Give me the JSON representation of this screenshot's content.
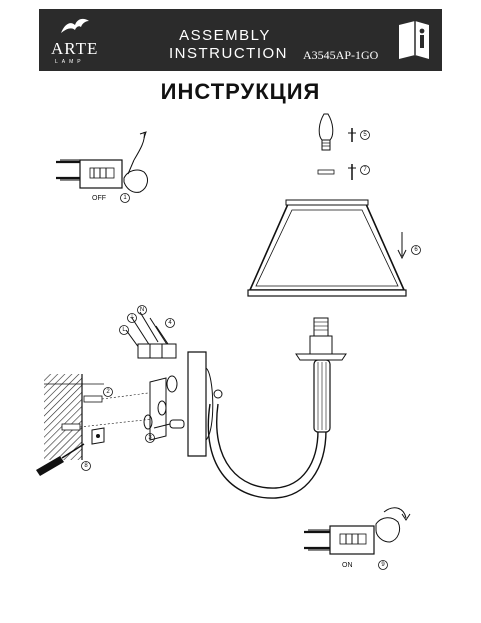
{
  "header": {
    "brand": "ARTE",
    "brand_sub": "LAMP",
    "title_line1": "ASSEMBLY",
    "title_line2": "INSTRUCTION",
    "model_code": "A3545AP-1GO",
    "info_glyph": "i",
    "background_color": "#2b2b2b"
  },
  "heading": "ИНСТРУКЦИЯ",
  "steps": {
    "off_label": "OFF",
    "on_label": "ON",
    "n1": "1",
    "n2": "2",
    "n3": "3",
    "n4": "4",
    "n5": "5",
    "n6": "6",
    "n7": "7",
    "n8": "8",
    "n9": "9"
  },
  "wire_labels": {
    "ground": "⏚",
    "neutral": "N",
    "live": "L"
  },
  "icons": [
    "arte-lamp-logo",
    "info-book-icon",
    "hand-icon",
    "screwdriver-icon",
    "bulb-icon",
    "screw-icon",
    "arrow-down-icon"
  ]
}
